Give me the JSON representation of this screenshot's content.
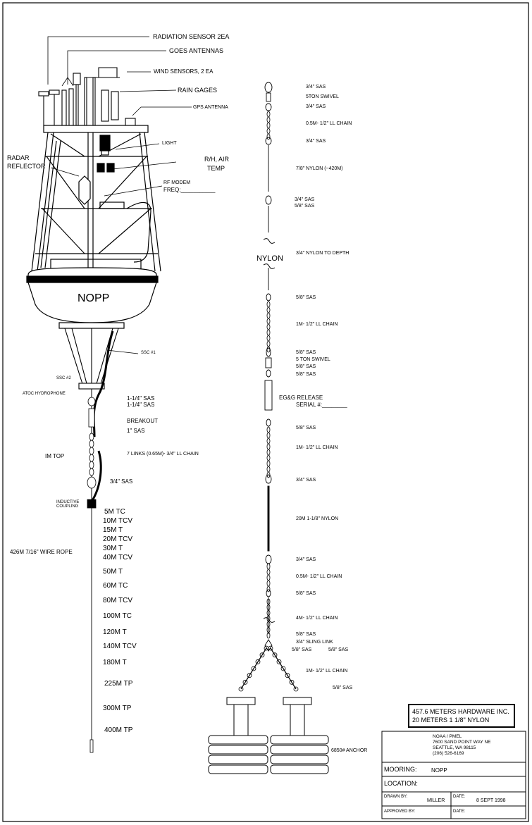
{
  "buoy": {
    "radiation_sensor": "RADIATION SENSOR 2EA",
    "goes_antennas": "GOES ANTENNAS",
    "wind_sensors": "WIND SENSORS, 2 EA",
    "rain_gages": "RAIN GAGES",
    "gps_antenna": "GPS ANTENNA",
    "light": "LIGHT",
    "radar_line1": "RADAR",
    "radar_line2": "REFLECTOR",
    "rh_line1": "R/H, AIR",
    "rh_line2": "TEMP",
    "rf_modem": "RF MODEM",
    "rf_freq": "FREQ:___________",
    "hull_name": "NOPP",
    "ssc1": "SSC #1",
    "ssc2": "SSC #2",
    "atoc": "ATOC HYDROPHONE",
    "sas_114_a": "1-1/4\" SAS",
    "sas_114_b": "1-1/4\" SAS",
    "breakout": "BREAKOUT",
    "sas_1": "1\" SAS",
    "im_top": "IM TOP",
    "links": "7 LINKS (0.65M)- 3/4\" LL CHAIN",
    "sas_34": "3/4\" SAS",
    "inductive_1": "INDUCTIVE",
    "inductive_2": "COUPLING",
    "wire_rope": "426M 7/16\" WIRE ROPE"
  },
  "instruments": [
    "5M TC",
    "10M TCV",
    "15M T",
    "20M TCV",
    "30M T",
    "40M TCV",
    "50M T",
    "60M TC",
    "80M TCV",
    "100M TC",
    "120M T",
    "140M TCV",
    "180M T",
    "225M TP",
    "300M TP",
    "400M TP"
  ],
  "right": {
    "labels": [
      "3/4\" SAS",
      "5TON SWIVEL",
      "3/4\" SAS",
      "0.5M- 1/2\" LL CHAIN",
      "3/4\" SAS",
      "7/8\" NYLON (~420M)",
      "3/4\" SAS",
      "5/8\" SAS",
      "3/4\" NYLON TO DEPTH",
      "5/8\" SAS",
      "1M- 1/2\" LL CHAIN",
      "5/8\" SAS",
      "5 TON SWIVEL",
      "5/8\" SAS",
      "5/8\" SAS",
      "EG&G RELEASE",
      "SERIAL #:________",
      "5/8\" SAS",
      "1M- 1/2\" LL CHAIN",
      "3/4\" SAS",
      "20M 1-1/8\" NYLON",
      "3/4\" SAS",
      "0.5M- 1/2\" LL CHAIN",
      "5/8\" SAS",
      "4M- 1/2\" LL CHAIN",
      "5/8\" SAS",
      "3/4\" SLING LINK",
      "5/8\" SAS",
      "5/8\" SAS",
      "1M- 1/2\" LL CHAIN",
      "5/8\" SAS",
      "6850# ANCHOR"
    ],
    "nylon_mark": "NYLON"
  },
  "title_block": {
    "hardware_1": "457.6 METERS HARDWARE INC.",
    "hardware_2": "20 METERS 1 1/8\" NYLON",
    "org_1": "NOAA / PMEL",
    "org_2": "7600 SAND POINT WAY NE",
    "org_3": "SEATTLE, WA 98115",
    "org_4": "(206) 526-6169",
    "mooring_label": "MOORING:",
    "mooring_value": "NOPP",
    "location_label": "LOCATION:",
    "drawn_label": "DRAWN BY:",
    "drawn_value": "MILLER",
    "date_label": "DATE:",
    "date_value": "8 SEPT 1998",
    "approved_label": "APPROVED BY:",
    "date2_label": "DATE:"
  }
}
